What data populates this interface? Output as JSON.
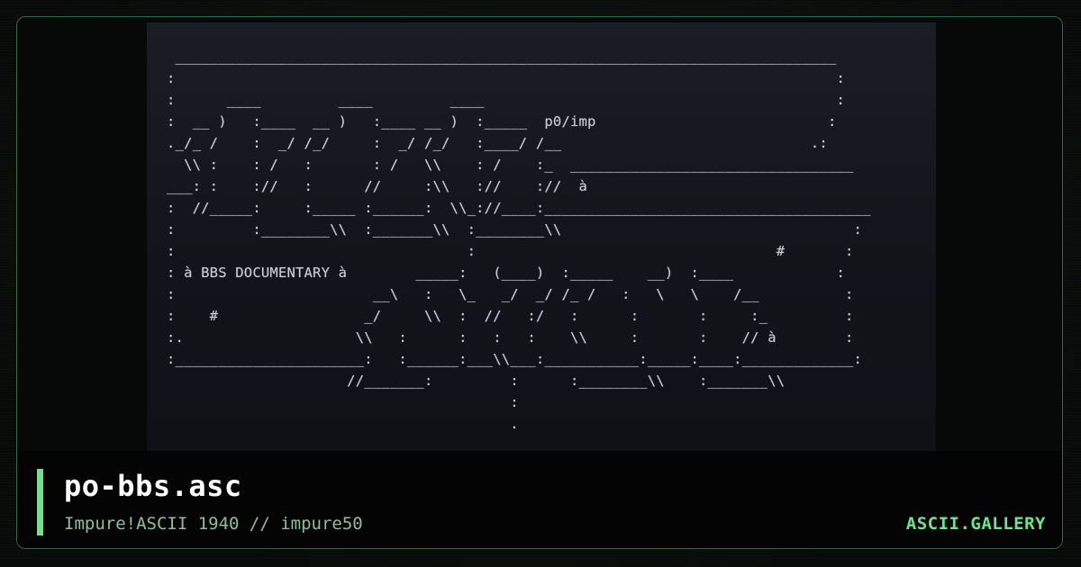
{
  "artwork": {
    "lines": [
      " _____________________________________________________________________________",
      ":                                                                             :",
      ":      ____         ____         ____                                         :",
      ":  __ )   :____  __ )   :____ __ )  :_____  p0/imp                           :",
      "._/_ /    :  _/ /_/     :  _/ /_/   :____/ /__                             .:",
      "  \\\\ :    : /   :       : /   \\\\    : /    :_  _________________________________",
      "___: :    ://   :      //     :\\\\   ://    ://  à                                ",
      ":  //_____:     :_____ :______:  \\\\_://____:______________________________________",
      ":         :________\\\\  :_______\\\\  :________\\\\                                  :",
      ":                                  :                                   #       :",
      ": à BBS DOCUMENTARY à        _____:   (____)  :_____    __)  :____            :",
      ":                       __\\   :   \\_   _/  _/ /_ /   :   \\   \\    /__          :",
      ":    #                 _/     \\\\  :  //   :/   :      :       :     :_         :",
      ":.                    \\\\   :      :   :   :    \\\\     :       :    // à        :",
      ":______________________:   :______:___\\\\___:___________:_____:____:_____________:",
      "                     //_______:         :      :________\\\\    :_______\\\\          ",
      "                                        :                                       ",
      "                                        .                                       "
    ]
  },
  "footer": {
    "title": "po-bbs.asc",
    "subtitle": "Impure!ASCII 1940 // impure50",
    "brand": "ASCII.GALLERY"
  },
  "colors": {
    "accent": "#6be58a",
    "frame_border": "#2f6b3b",
    "subtitle": "#8fbf98",
    "art_text": "#c9ccd2"
  }
}
